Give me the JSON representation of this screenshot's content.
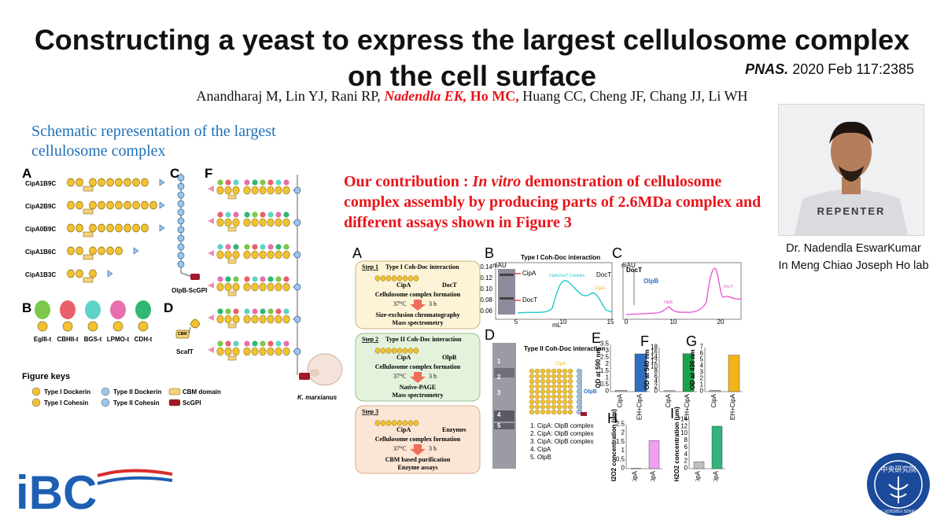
{
  "header": {
    "title": "Constructing a yeast to express the largest cellulosome complex on the cell surface",
    "journal": "PNAS.",
    "citation": "2020 Feb 117:2385",
    "authors_pre": "Anandharaj M, Lin YJ, Rani RP, ",
    "author_hl1": "Nadendla EK,",
    "author_hl2": "Ho MC,",
    "authors_post": "Huang CC, Cheng JF, Chang JJ, Li WH"
  },
  "schematic": {
    "heading": "Schematic representation of the largest cellulosome complex",
    "panel_a": "A",
    "constructs": [
      "CipA1B9C",
      "CipA2B9C",
      "CipA0B9C",
      "CipA1B6C",
      "CipA1B3C"
    ],
    "panel_b": "B",
    "modules": [
      "EgIII-t",
      "CBHII-t",
      "BGS-t",
      "LPMO-t",
      "CDH-t"
    ],
    "panel_c": "C",
    "olpb": "OlpB-ScGPI",
    "panel_d": "D",
    "scaft": "ScafT",
    "cbm": "CBM",
    "panel_f": "F",
    "organism": "K. marxianus",
    "keys_title": "Figure keys",
    "keys": [
      "Type I Dockerin",
      "Type I Cohesin",
      "Type II Dockerin",
      "Type II Cohesin",
      "CBM domain",
      "ScGPI"
    ]
  },
  "contribution": {
    "prefix": "Our contribution : ",
    "italic": "In vitro",
    "text": " demonstration of cellulosome complex assembly by producing parts of  2.6MDa complex and different assays shown in Figure 3"
  },
  "figure3": {
    "panel_a": "A",
    "steps": [
      {
        "title": "Step 1",
        "sub": "Type I Coh-Doc interaction",
        "label1": "CipA",
        "label2": "DocT",
        "formation": "Cellulosome complex formation",
        "cond1": "37°C",
        "cond2": "3 h",
        "method1": "Size-exclusion chromatography",
        "method2": "Mass spectrometry"
      },
      {
        "title": "Step 2",
        "sub": "Type II Coh-Doc interaction",
        "label1": "CipA",
        "label2": "OlpB",
        "formation": "Cellulosome complex formation",
        "cond1": "37°C",
        "cond2": "3 h",
        "method1": "Native-PAGE",
        "method2": "Mass spectrometry"
      },
      {
        "title": "Step 3",
        "sub": "",
        "label1": "CipA",
        "label2": "Enzymes",
        "formation": "Cellulosome complex formation",
        "cond1": "37°C",
        "cond2": "3 h",
        "method1": "CBM based purification",
        "method2": "Enzyme assays"
      }
    ],
    "panel_b": "B",
    "b_title": "Type I Coh-Doc interaction",
    "b_unit": "mAU",
    "b_arrow1": "CipA",
    "b_arrow2": "DocT",
    "b_complex": "CipA:DocT Complex",
    "b_peak1": "DocT",
    "b_peak2": "CipA",
    "b_xlabel": "mL",
    "b_yticks": [
      "0.14",
      "0.12",
      "0.10",
      "0.08",
      "0.06"
    ],
    "b_xticks": [
      "5",
      "10",
      "15"
    ],
    "panel_c": "C",
    "c_unit": "mAU",
    "c_docT": "DocT",
    "c_olpb": "OlpB",
    "c_peak1": "OlpB",
    "c_peak2": "DocT",
    "c_xticks": [
      "0",
      "10",
      "20"
    ],
    "panel_d": "D",
    "d_title": "Type II Coh-Doc interaction",
    "d_cipa": "CipA",
    "d_olpb": "OlpB",
    "d_lanes": [
      "1",
      "2",
      "3",
      "4",
      "5"
    ],
    "d_legend": [
      "1. CipA: OlpB complex",
      "2. CipA: OlpB complex",
      "3. CipA: OlpB complex",
      "4. CipA",
      "5. OlpB"
    ],
    "bars": [
      {
        "panel": "E",
        "ylabel": "OD at 590 nm",
        "cats": [
          "CipA",
          "EH+CipA"
        ],
        "vals": [
          0.1,
          2.8
        ],
        "ymax": 3.5,
        "ticks": [
          "0",
          "0.5",
          "1",
          "1.5",
          "2",
          "2.5",
          "3",
          "3.5"
        ],
        "color": "#2f6fbf"
      },
      {
        "panel": "F",
        "ylabel": "OD at 540 nm",
        "cats": [
          "CipA",
          "EH+CipA"
        ],
        "vals": [
          0.4,
          15.5
        ],
        "ymax": 18,
        "ticks": [
          "0",
          "2",
          "4",
          "6",
          "8",
          "10",
          "12",
          "14",
          "16",
          "18"
        ],
        "color": "#1aa34a"
      },
      {
        "panel": "G",
        "ylabel": "OD at 430 nm",
        "cats": [
          "CipA",
          "EH+CipA"
        ],
        "vals": [
          0.2,
          5.8
        ],
        "ymax": 7,
        "ticks": [
          "0",
          "1",
          "2",
          "3",
          "4",
          "5",
          "6",
          "7"
        ],
        "color": "#f2b417"
      },
      {
        "panel": "H",
        "ylabel": "H2O2 concentration (μm)",
        "cats": [
          "CipA",
          "EH+CipA"
        ],
        "vals": [
          0.02,
          1.6
        ],
        "ymax": 2.5,
        "ticks": [
          "0",
          "0.5",
          "1",
          "1.5",
          "2",
          "2.5"
        ],
        "color": "#f0a0f0"
      },
      {
        "panel": "I",
        "ylabel": "H2O2 concentration (μm)",
        "cats": [
          "CipA",
          "EH+CipA"
        ],
        "vals": [
          2.0,
          12.2
        ],
        "ymax": 14,
        "ticks": [
          "0",
          "2",
          "4",
          "6",
          "8",
          "10",
          "12",
          "14"
        ],
        "color": "#33b27a"
      }
    ]
  },
  "person": {
    "name": "Dr. Nadendla EswarKumar",
    "lab": "In Meng Chiao Joseph Ho lab",
    "shirt_text": "REPENTER"
  },
  "logos": {
    "ibc": "iBC",
    "seal_text": "中央研究院",
    "seal_ring": "ACADEMIA SINICA"
  },
  "colors": {
    "title": "#111111",
    "heading_blue": "#1f6fb5",
    "highlight_red": "#e8141b",
    "ibc_blue": "#1e5fb3",
    "ibc_red": "#d92c2c"
  }
}
